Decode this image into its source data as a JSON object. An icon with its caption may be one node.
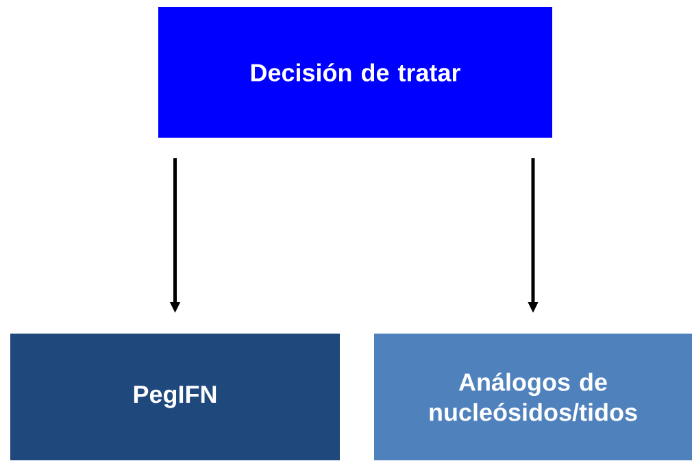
{
  "diagram": {
    "nodes": [
      {
        "text": [
          "Decisión de tratar"
        ]
      },
      {
        "text": [
          "PegIFN"
        ]
      },
      {
        "text": [
          "Análogos de nucleósidos/tidos"
        ]
      }
    ],
    "edges": [
      {
        "from": 0,
        "to": 1,
        "arrow": "to"
      },
      {
        "from": 0,
        "to": 2,
        "arrow": "to"
      }
    ]
  }
}
